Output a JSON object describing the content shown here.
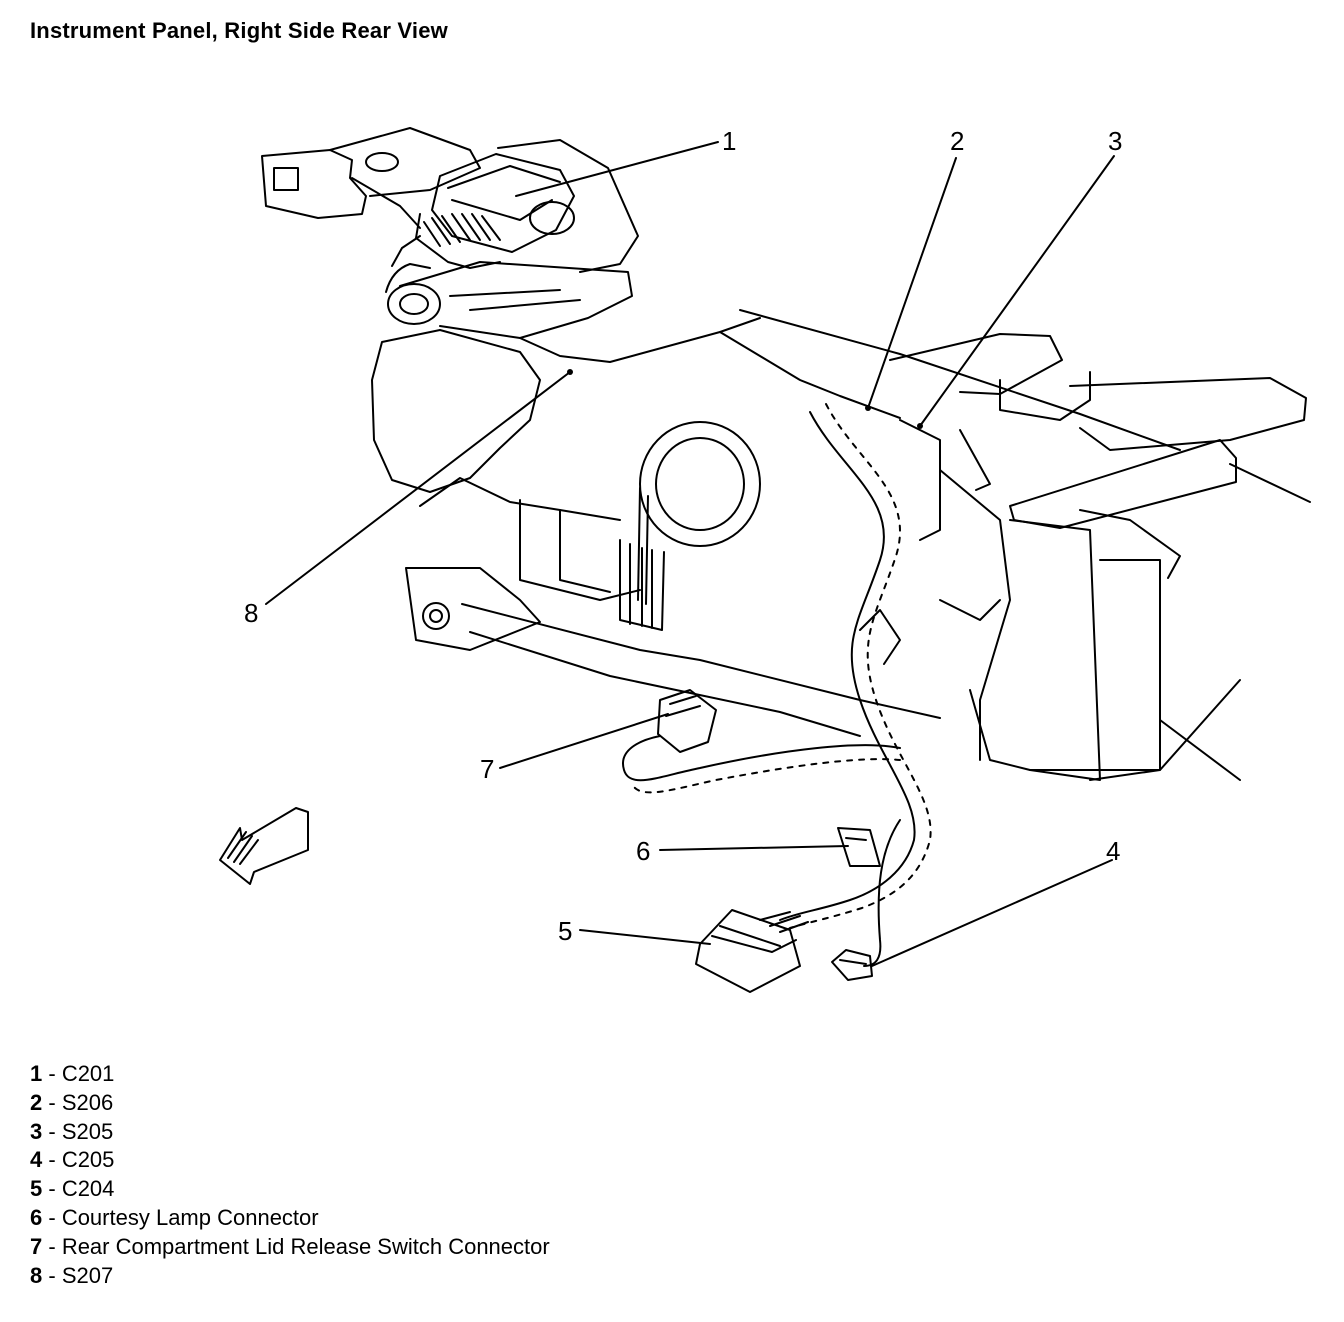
{
  "title": "Instrument Panel, Right Side Rear View",
  "callouts": [
    "1",
    "2",
    "3",
    "4",
    "5",
    "6",
    "7",
    "8"
  ],
  "legend": [
    {
      "num": "1",
      "sep": " - ",
      "label": "C201"
    },
    {
      "num": "2",
      "sep": " - ",
      "label": "S206"
    },
    {
      "num": "3",
      "sep": " - ",
      "label": "S205"
    },
    {
      "num": "4",
      "sep": " - ",
      "label": "C205"
    },
    {
      "num": "5",
      "sep": " - ",
      "label": "C204"
    },
    {
      "num": "6",
      "sep": " - ",
      "label": "Courtesy Lamp Connector"
    },
    {
      "num": "7",
      "sep": " - ",
      "label": "Rear Compartment Lid Release Switch Connector"
    },
    {
      "num": "8",
      "sep": " - ",
      "label": "S207"
    }
  ],
  "colors": {
    "ink": "#000000",
    "paper": "#ffffff"
  }
}
